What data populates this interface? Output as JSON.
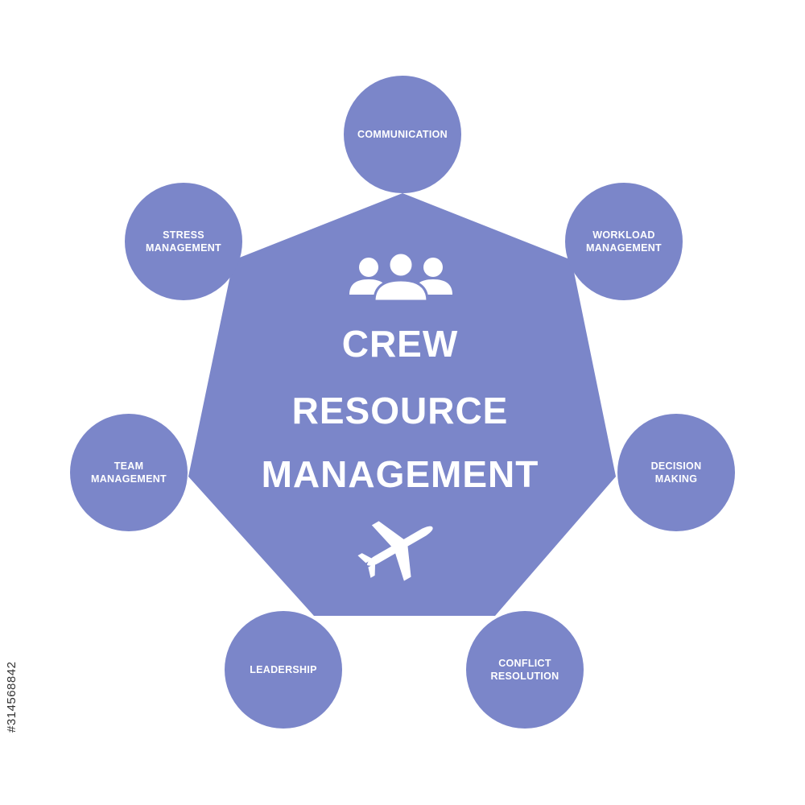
{
  "colors": {
    "shape_fill": "#7b86c9",
    "text": "#ffffff",
    "background": "#ffffff"
  },
  "center": {
    "title_lines": [
      "CREW",
      "RESOURCE",
      "MANAGEMENT"
    ],
    "top_icon": "team-people-icon",
    "bottom_icon": "airplane-icon"
  },
  "nodes": [
    {
      "id": "communication",
      "lines": [
        "COMMUNICATION"
      ]
    },
    {
      "id": "workload-management",
      "lines": [
        "WORKLOAD",
        "MANAGEMENT"
      ]
    },
    {
      "id": "decision-making",
      "lines": [
        "DECISION",
        "MAKING"
      ]
    },
    {
      "id": "conflict-resolution",
      "lines": [
        "CONFLICT",
        "RESOLUTION"
      ]
    },
    {
      "id": "leadership",
      "lines": [
        "LEADERSHIP"
      ]
    },
    {
      "id": "team-management",
      "lines": [
        "TEAM",
        "MANAGEMENT"
      ]
    },
    {
      "id": "stress-management",
      "lines": [
        "STRESS",
        "MANAGEMENT"
      ]
    }
  ],
  "stock_id": "#314568842"
}
